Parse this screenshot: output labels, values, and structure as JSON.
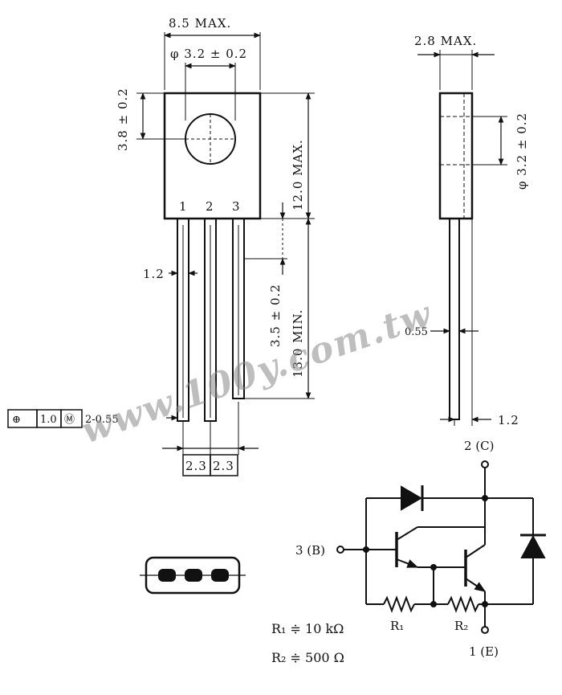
{
  "front_view": {
    "width_max": "8.5 MAX.",
    "hole_dia": "φ 3.2 ± 0.2",
    "hole_offset": "3.8 ± 0.2",
    "body_height_max": "12.0 MAX.",
    "pin_numbers": [
      "1",
      "2",
      "3"
    ],
    "lead_width": "1.2",
    "lead_step": "3.5 ± 0.2",
    "lead_length_min": "13.0 MIN.",
    "tolerance_frame": [
      "⊕",
      "1.0",
      "Ⓜ",
      "2-0.55"
    ],
    "pitch": [
      "2.3",
      "2.3"
    ]
  },
  "side_view": {
    "thickness_max": "2.8 MAX.",
    "hole_dia": "φ 3.2 ± 0.2",
    "lead_thickness": "0.55",
    "lead_width": "1.2"
  },
  "schematic": {
    "collector_label": "2 (C)",
    "base_label": "3 (B)",
    "emitter_label": "1 (E)",
    "r1_label": "R₁",
    "r2_label": "R₂"
  },
  "formula": {
    "r1": "R₁ ≑ 10 kΩ",
    "r2": "R₂ ≑ 500 Ω"
  },
  "watermark": "www.100y.com.tw"
}
